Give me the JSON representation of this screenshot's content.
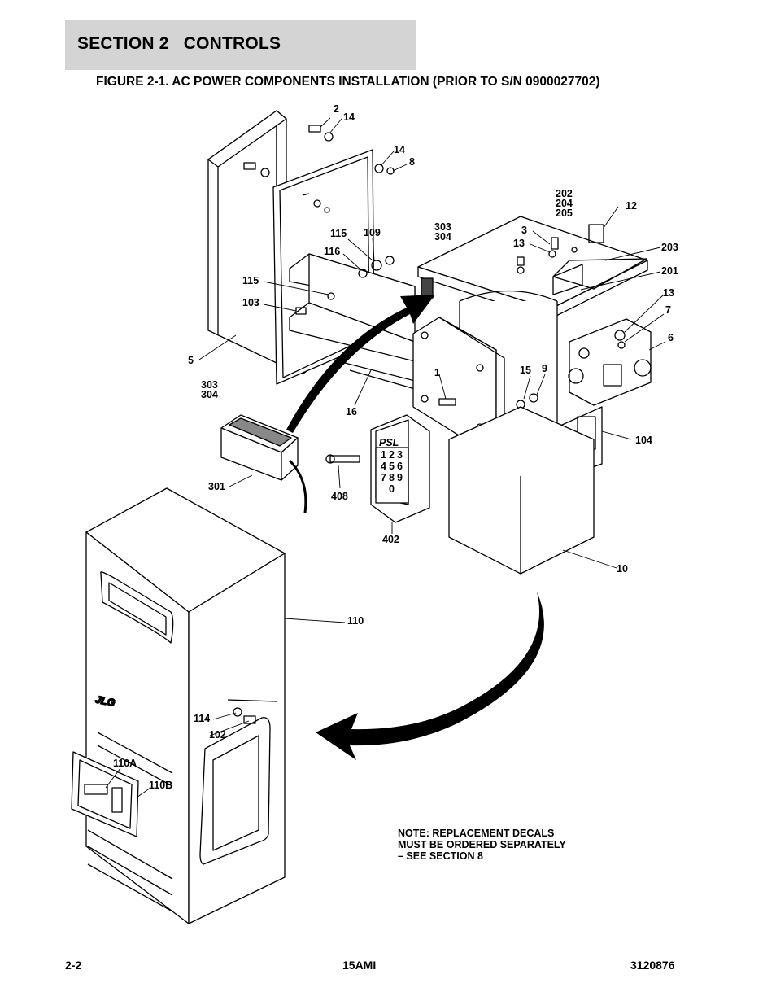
{
  "header": {
    "section": "SECTION 2   CONTROLS",
    "figure_title": "FIGURE 2-1. AC POWER COMPONENTS INSTALLATION (PRIOR TO S/N 0900027702)"
  },
  "callouts": {
    "c2": "2",
    "c14a": "14",
    "c14b": "14",
    "c8": "8",
    "c202": "202",
    "c204": "204",
    "c205": "205",
    "c12": "12",
    "c303a": "303",
    "c304a": "304",
    "c3": "3",
    "c13a": "13",
    "c203": "203",
    "c201": "201",
    "c13b": "13",
    "c7": "7",
    "c6": "6",
    "c115a": "115",
    "c109": "109",
    "c116": "116",
    "c115b": "115",
    "c103": "103",
    "c5": "5",
    "c1": "1",
    "c15": "15",
    "c9": "9",
    "c16": "16",
    "c303b": "303",
    "c304b": "304",
    "c104": "104",
    "c301": "301",
    "c408": "408",
    "c402": "402",
    "c10": "10",
    "c110": "110",
    "c114": "114",
    "c102": "102",
    "c110A": "110A",
    "c110B": "110B"
  },
  "keypad": {
    "brand": "PSL",
    "keys": [
      "1",
      "2",
      "3",
      "4",
      "5",
      "6",
      "7",
      "8",
      "9",
      "0"
    ]
  },
  "logo_text": "JLG",
  "note": {
    "lines": [
      "NOTE: REPLACEMENT DECALS",
      "MUST BE ORDERED SEPARATELY",
      "– SEE SECTION 8"
    ]
  },
  "footer": {
    "page": "2-2",
    "model": "15AMI",
    "doc_number": "3120876"
  }
}
